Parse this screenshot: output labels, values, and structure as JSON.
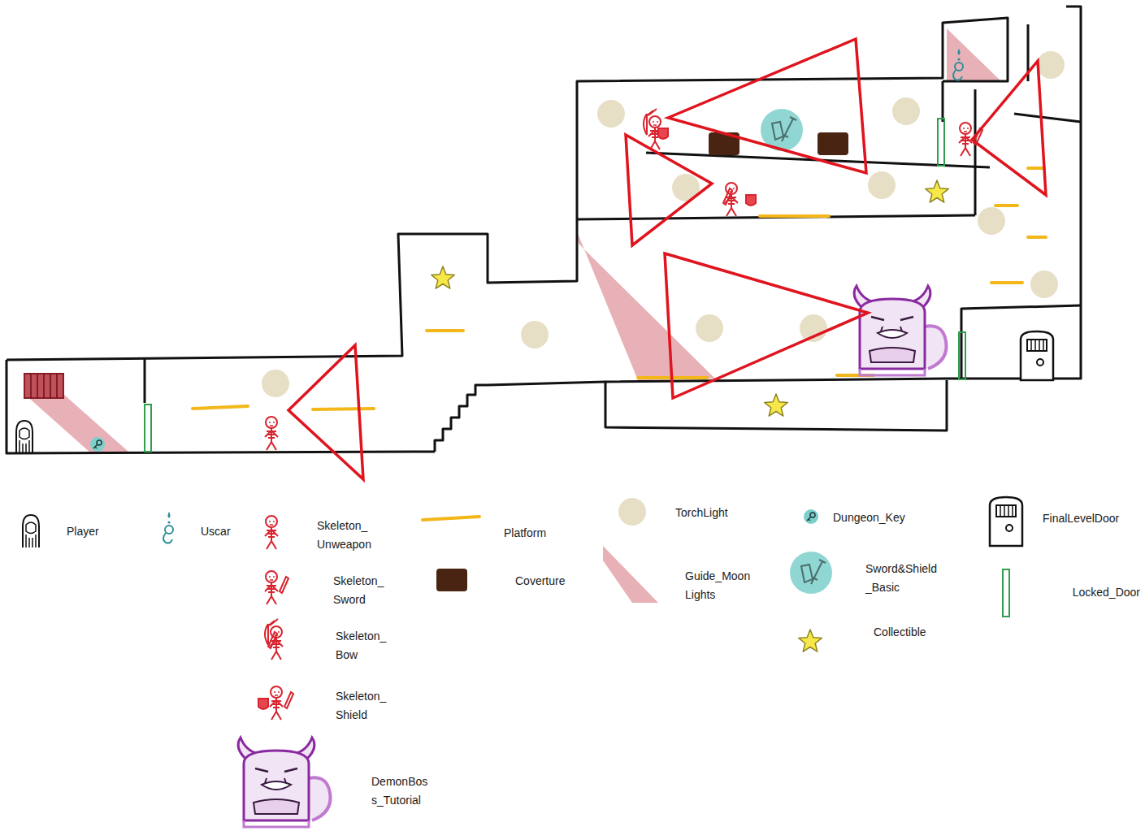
{
  "diagram": {
    "legend": [
      {
        "text": "Player"
      },
      {
        "text": "Uscar"
      },
      {
        "text": "Skeleton_ Unweapon"
      },
      {
        "text": "Skeleton_ Sword"
      },
      {
        "text": "Skeleton_ Bow"
      },
      {
        "text": "Skeleton_ Shield"
      },
      {
        "text": "DemonBos s_Tutorial"
      },
      {
        "text": "Platform"
      },
      {
        "text": "Coverture"
      },
      {
        "text": "TorchLight"
      },
      {
        "text": "Guide_Moon Lights"
      },
      {
        "text": "Dungeon_Key"
      },
      {
        "text": "Sword&Shield _Basic"
      },
      {
        "text": "Collectible"
      },
      {
        "text": "FinalLevelDoor"
      },
      {
        "text": "Locked_Door"
      }
    ]
  }
}
